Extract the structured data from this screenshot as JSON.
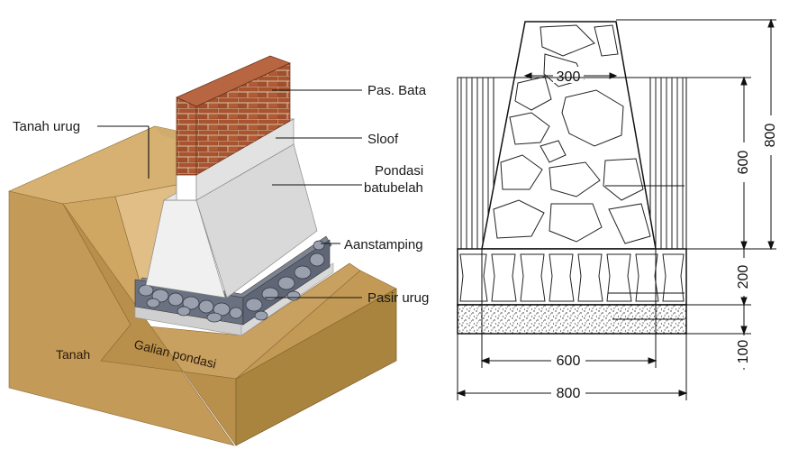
{
  "illustration": {
    "labels": {
      "pas_bata": "Pas. Bata",
      "sloof": "Sloof",
      "pondasi_line1": "Pondasi",
      "pondasi_line2": "batubelah",
      "aanstamping": "Aanstamping",
      "pasir_urug": "Pasir urug",
      "tanah_urug": "Tanah urug",
      "tanah": "Tanah",
      "galian_pondasi": "Galian pondasi"
    },
    "colors": {
      "soil": "#c9a263",
      "soil_dark": "#a9843f",
      "brick": "#9a4a2c",
      "concrete": "#e3e3e3",
      "stone": "#6f7684"
    }
  },
  "section": {
    "dimensions": {
      "top_width": "300",
      "base_width": "600",
      "total_width": "800",
      "height_stone": "600",
      "height_total": "800",
      "height_aanstamping": "200",
      "height_sand": "100"
    }
  }
}
